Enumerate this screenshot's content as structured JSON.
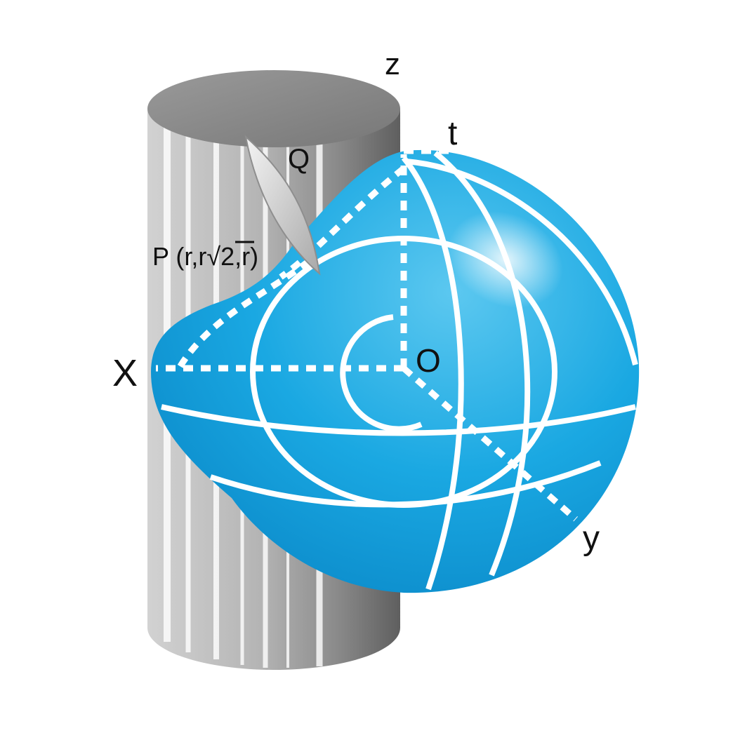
{
  "labels": {
    "z_axis": "z",
    "t_axis": "t",
    "x_axis": "X",
    "y_axis": "y",
    "origin": "O",
    "point_q": "Q",
    "point_p_prefix": "P (r,r",
    "point_p_root": "2",
    "point_p_suffix": ",r)"
  },
  "colors": {
    "sphere": "#19a9e3",
    "sphere_dark": "#0f8fcb",
    "cylinder_light": "#c9c9c9",
    "cylinder_dark": "#6f6f6f",
    "cylinder_top": "#858585",
    "lines": "#ffffff"
  }
}
